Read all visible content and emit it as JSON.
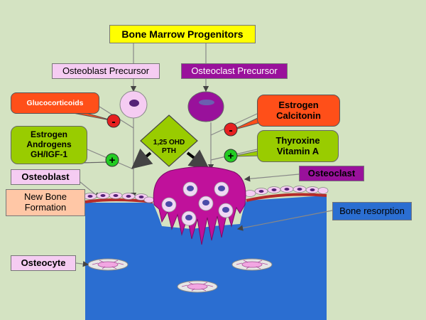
{
  "title": "Bone Marrow Progenitors",
  "precursors": {
    "osteoblast": "Osteoblast Precursor",
    "osteoclast": "Osteoclast Precursor"
  },
  "inhibitors": {
    "left": "Glucocorticoids",
    "right_line1": "Estrogen",
    "right_line2": "Calcitonin",
    "sign": "-"
  },
  "stimulators": {
    "left_line1": "Estrogen",
    "left_line2": "Androgens",
    "left_line3": "GH/IGF-1",
    "right_line1": "Thyroxine",
    "right_line2": "Vitamin A",
    "sign": "+"
  },
  "hormones": {
    "line1": "1,25 OHD",
    "line2": "PTH"
  },
  "labels": {
    "osteoblast": "Osteoblast",
    "osteoclast": "Osteoclast",
    "new_bone_line1": "New Bone",
    "new_bone_line2": "Formation",
    "bone_resorption": "Bone resorption",
    "osteocyte": "Osteocyte"
  },
  "colors": {
    "background": "#d4e3c2",
    "bone": "#2b6ed1",
    "title_box": "#ffff00",
    "precursor_light": "#f5ccf2",
    "precursor_dark": "#99119b",
    "inhibitor": "#ff4f19",
    "stimulator": "#99cc00",
    "osteoclast_cell": "#c0119b",
    "new_bone": "#b52a2a"
  }
}
